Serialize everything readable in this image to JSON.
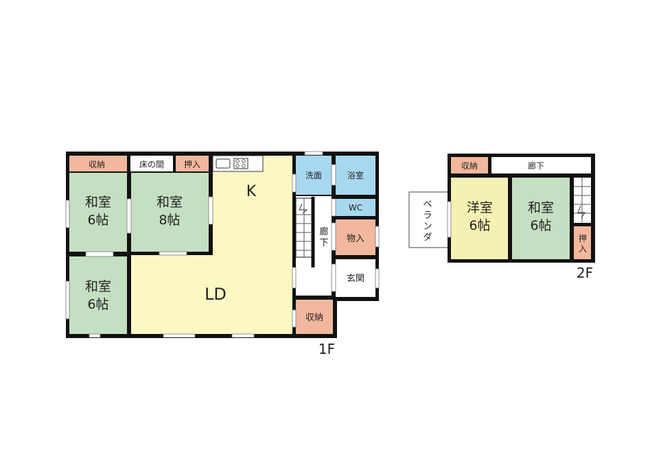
{
  "floor1": {
    "label": "1F",
    "rooms": {
      "storage_top_left": "収納",
      "tokonoma": "床の間",
      "oshiire": "押入",
      "washitsu_tl_name": "和室",
      "washitsu_tl_size": "6帖",
      "washitsu_tc_name": "和室",
      "washitsu_tc_size": "8帖",
      "washitsu_bl_name": "和室",
      "washitsu_bl_size": "6帖",
      "kitchen": "K",
      "living_dining": "LD",
      "senmen": "洗面",
      "yokushitsu": "浴室",
      "wc": "WC",
      "rouka_1": "廊",
      "rouka_2": "下",
      "monoire": "物入",
      "genkan": "玄関",
      "storage_bottom": "収納"
    }
  },
  "floor2": {
    "label": "2F",
    "rooms": {
      "storage": "収納",
      "rouka": "廊下",
      "veranda": [
        "ベ",
        "ラ",
        "ン",
        "ダ"
      ],
      "youshitsu_name": "洋室",
      "youshitsu_size": "6帖",
      "washitsu_name": "和室",
      "washitsu_size": "6帖",
      "oshiire_1": "押",
      "oshiire_2": "入"
    }
  },
  "colors": {
    "wall": "#111111",
    "washitsu": "#c4dfc1",
    "ldk": "#fbf8c4",
    "youshitsu": "#f5f1b3",
    "storage": "#f2b89d",
    "wet_area": "#a7d8f0",
    "hall": "#ffffff"
  }
}
